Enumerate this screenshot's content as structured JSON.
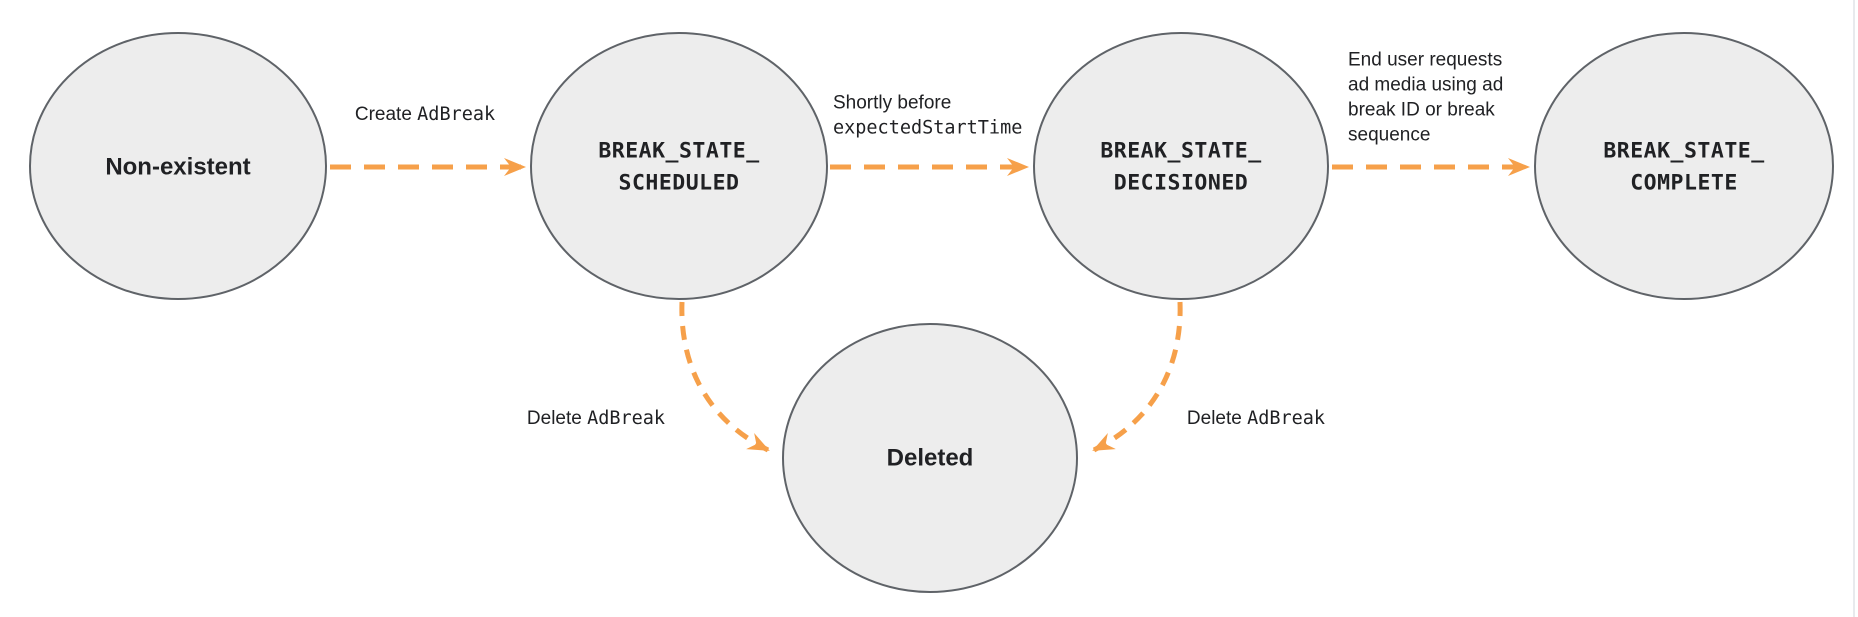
{
  "diagram": {
    "nodes": {
      "non_existent": {
        "label": "Non-existent"
      },
      "scheduled": {
        "line1": "BREAK_STATE_",
        "line2": "SCHEDULED"
      },
      "decisioned": {
        "line1": "BREAK_STATE_",
        "line2": "DECISIONED"
      },
      "complete": {
        "line1": "BREAK_STATE_",
        "line2": "COMPLETE"
      },
      "deleted": {
        "label": "Deleted"
      }
    },
    "edges": {
      "create": {
        "text": "Create ",
        "code": "AdBreak"
      },
      "decision": {
        "line1": "Shortly before",
        "code": "expectedStartTime"
      },
      "complete": {
        "line1": "End user requests",
        "line2": "ad media using ad",
        "line3": "break ID or break",
        "line4": "sequence"
      },
      "delete_from_scheduled": {
        "text": "Delete ",
        "code": "AdBreak"
      },
      "delete_from_decisioned": {
        "text": "Delete ",
        "code": "AdBreak"
      }
    },
    "colors": {
      "arrow": "#F6A04A",
      "node_fill": "#EDEDED",
      "node_border": "#5F6368",
      "text": "#202124",
      "background": "#FFFFFF"
    }
  }
}
